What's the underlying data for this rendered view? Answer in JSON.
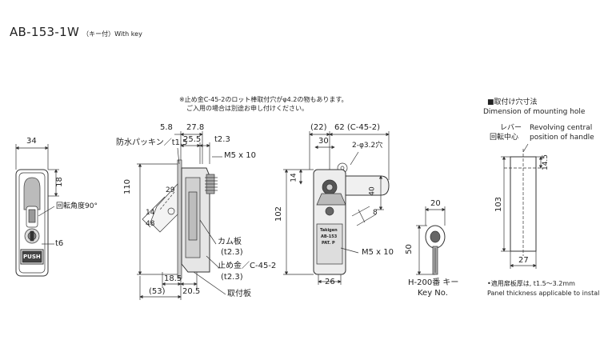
{
  "header": {
    "model": "AB-153-1W",
    "model_suffix": "（キー付）With key"
  },
  "notes": {
    "line1": "※止め金C-45-2のロット棒取付穴がφ4.2の物もあります。",
    "line2": "ご入用の場合は別途お申し付けください。"
  },
  "front_view": {
    "width": "34",
    "height_top": "18",
    "rotation_label": "回転角度90°",
    "thickness": "t6",
    "push_label": "PUSH"
  },
  "side_view": {
    "d_5_8": "5.8",
    "d_27_8": "27.8",
    "d_25_5": "25.5",
    "d_t2_3": "t2.3",
    "gasket_label": "防水パッキン／t1.5",
    "screw": "M5 x 10",
    "height": "110",
    "d_14": "14",
    "d_48": "48",
    "d_29": "29",
    "d_18_5": "18.5",
    "d_53": "(53)",
    "d_20_5": "20.5",
    "cam_plate": "カム板",
    "cam_thickness": "(t2.3)",
    "stopper": "止め金／C-45-2",
    "stopper_thickness": "(t2.3)",
    "mount_plate": "取付板"
  },
  "rear_view": {
    "d_22": "(22)",
    "d_62": "62 (C-45-2)",
    "d_30": "30",
    "holes": "2-φ3.2穴",
    "d_14": "14",
    "d_40": "40",
    "d_8": "8",
    "height": "102",
    "screw": "M5 x 10",
    "width": "26",
    "plate_line1": "Takigen",
    "plate_line2": "AB-153",
    "plate_line3": "PAT. P"
  },
  "key_view": {
    "width": "20",
    "height": "50",
    "label_jp": "H-200番 キー",
    "label_en": "Key No."
  },
  "mounting": {
    "title_jp": "■取付け穴寸法",
    "title_en": "Dimension of mounting hole",
    "lever_jp_1": "レバー",
    "lever_jp_2": "回転中心",
    "lever_en_1": "Revolving central",
    "lever_en_2": "position of handle",
    "d_14_5": "14.5",
    "d_103": "103",
    "d_27": "27",
    "panel_jp": "•適用扉板厚は, t1.5〜3.2mm",
    "panel_en": "Panel thickness applicable to install"
  }
}
